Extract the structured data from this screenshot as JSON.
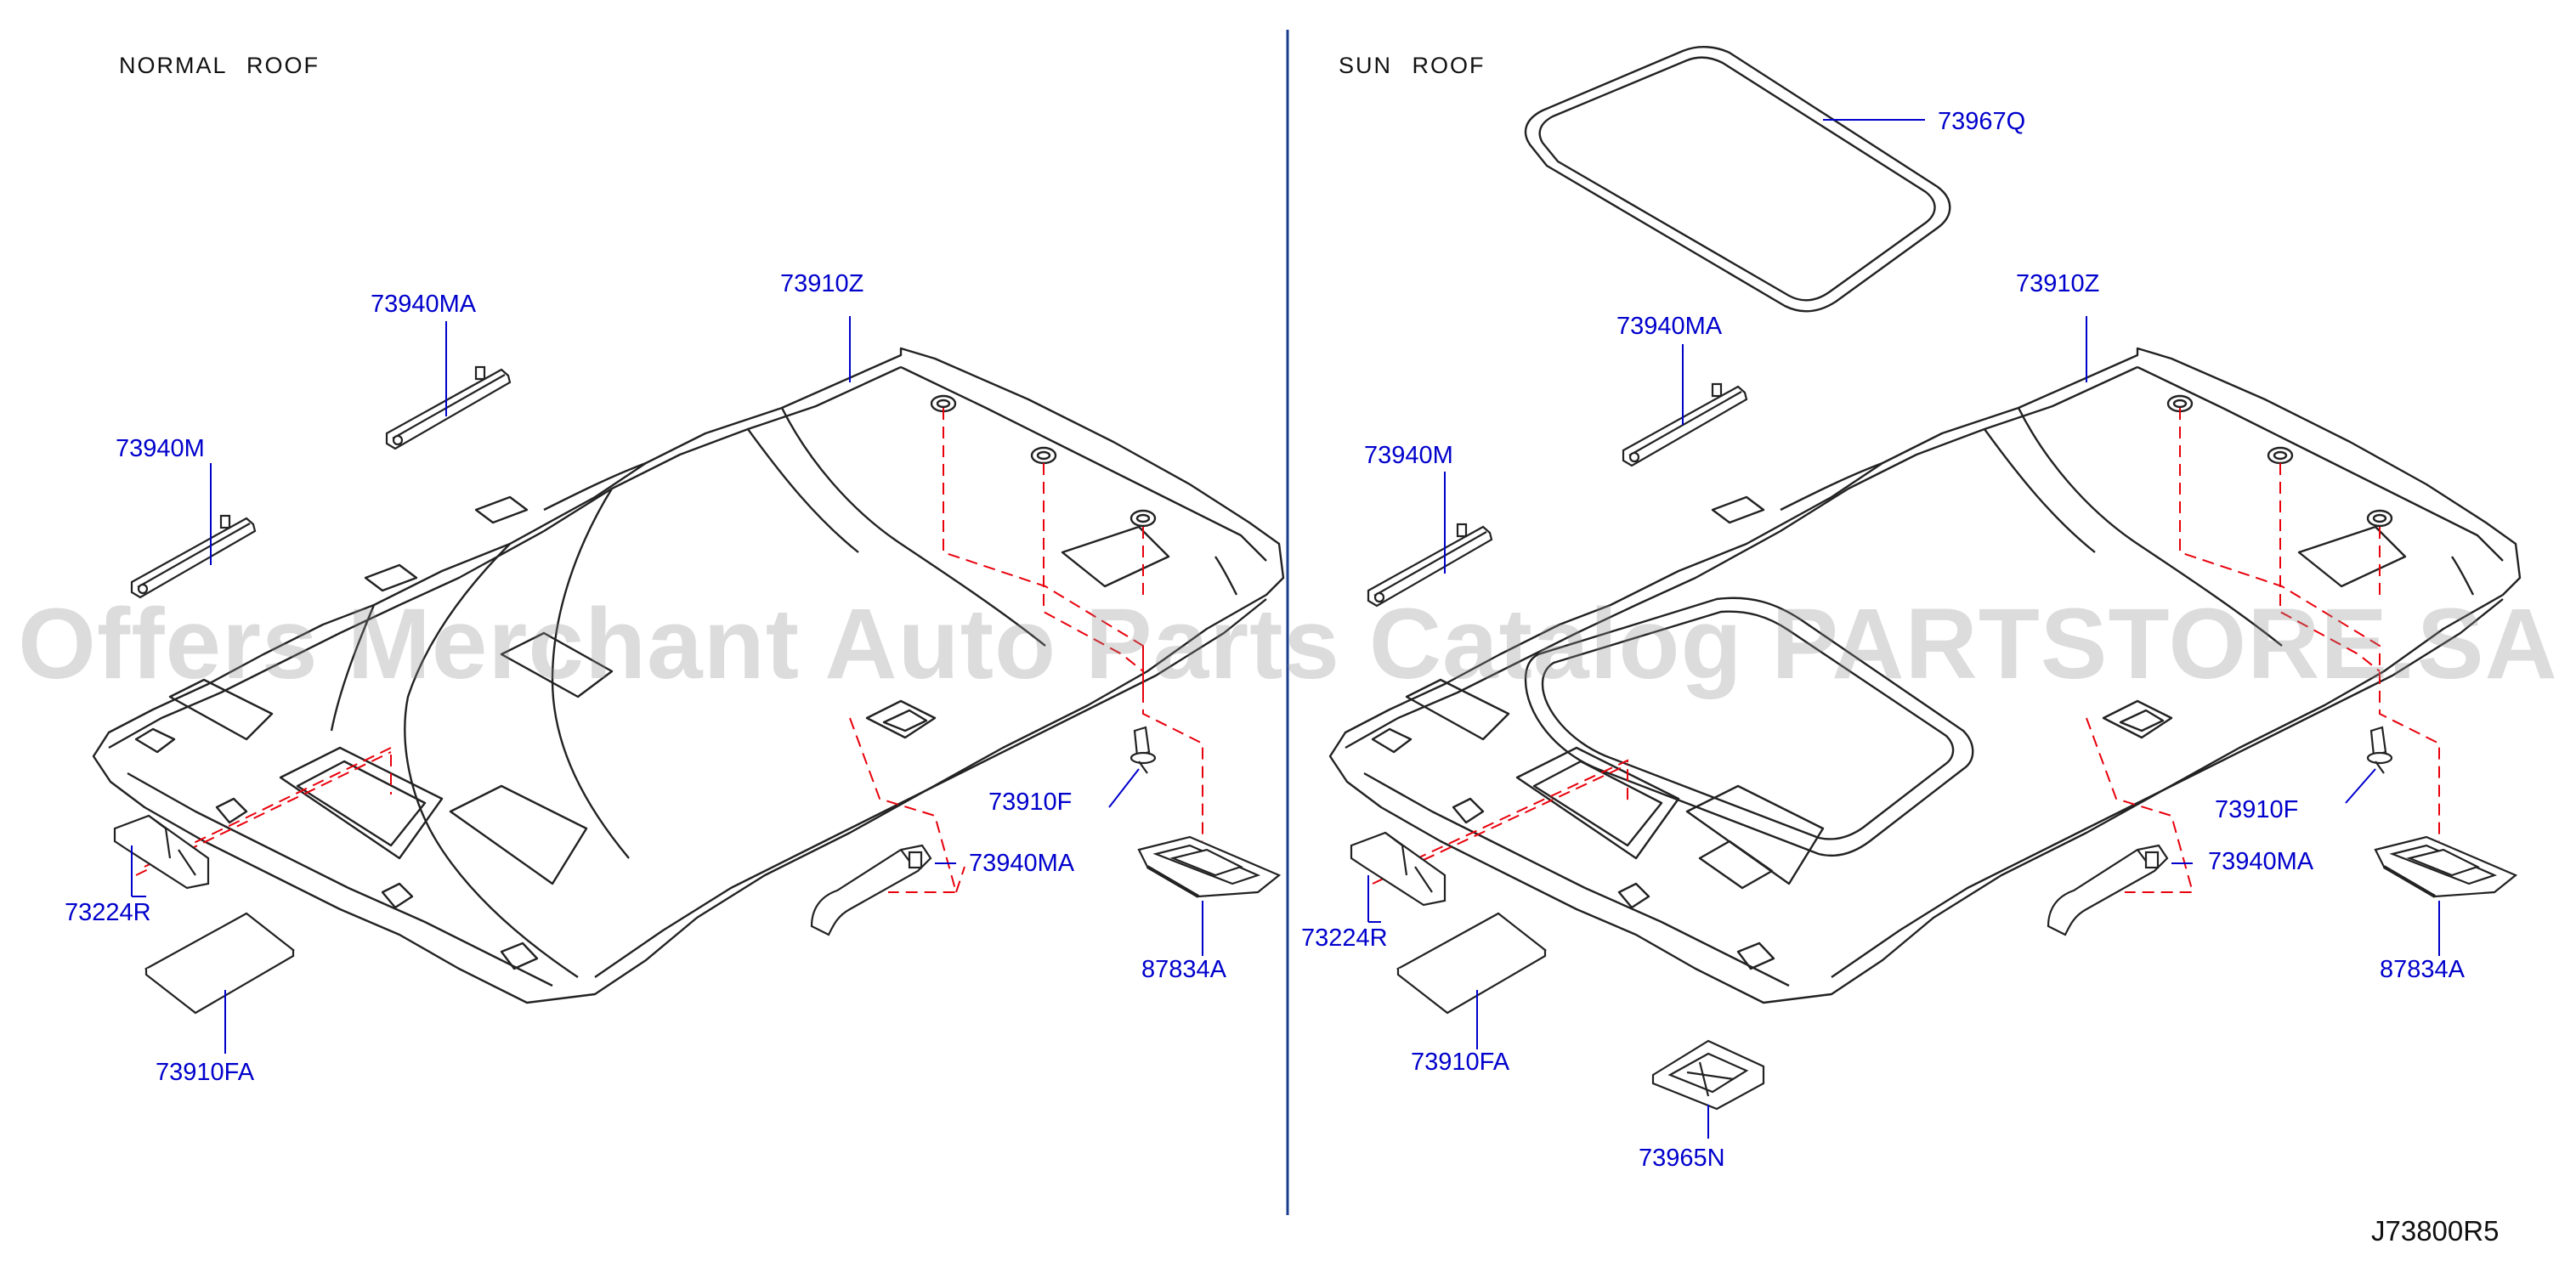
{
  "sections": {
    "left_title": "NORMAL   ROOF",
    "right_title": "SUN   ROOF"
  },
  "parts": {
    "headlining": "73910Z",
    "assist_grip_front": "73940MA",
    "assist_grip": "73940M",
    "clip": "73910F",
    "sunvisor_holder": "73224R",
    "pad": "73910FA",
    "lamp_bracket": "87834A",
    "sunroof_weatherstrip": "73967Q",
    "sunroof_bracket": "73965N"
  },
  "diagram_ref": "J73800R5",
  "watermark": "Offers Merchant Auto Parts Catalog PARTSTORE.SA",
  "colors": {
    "line": "#222222",
    "leader": "#0000cc",
    "dashed": "#e8000b",
    "divider": "#1a3d8f"
  }
}
